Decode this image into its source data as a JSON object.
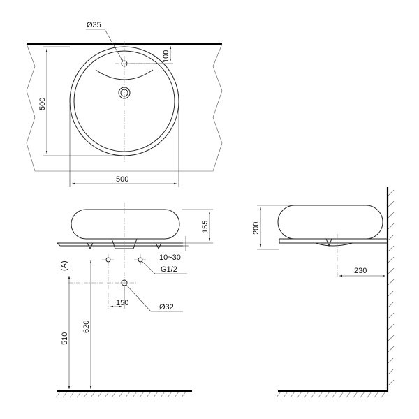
{
  "top_view": {
    "label_hole_diameter": "Ø35",
    "label_hole_offset": "100",
    "label_depth": "500",
    "label_width": "500"
  },
  "front_view": {
    "label_height": "155",
    "label_countertop": "10~30",
    "label_connection": "(A)",
    "label_thread": "G1/2",
    "label_spacing": "150",
    "label_drain": "Ø32",
    "label_height_510": "510",
    "label_height_620": "620"
  },
  "side_view": {
    "label_height": "200",
    "label_wall_distance": "230"
  }
}
